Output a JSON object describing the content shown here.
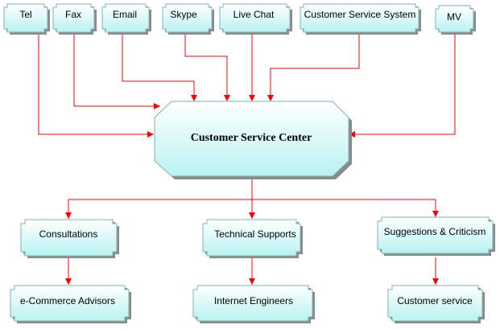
{
  "colors": {
    "box_fill_light": "#ffffff",
    "box_fill_dark": "#b8f2f2",
    "box_stroke": "#7fb3b3",
    "shadow": "#8a8a8a",
    "arrow": "#ff0000"
  },
  "channels": {
    "tel": "Tel",
    "fax": "Fax",
    "email": "Email",
    "skype": "Skype",
    "live_chat": "Live Chat",
    "customer_service_system": "Customer Service System",
    "mv": "MV"
  },
  "center": {
    "title": "Customer Service Center"
  },
  "departments": {
    "consultations": "Consultations",
    "technical_supports": "Technical Supports",
    "suggestions": "Suggestions & Criticism"
  },
  "staff": {
    "ecommerce_advisors": "e-Commerce Advisors",
    "internet_engineers": "Internet Engineers",
    "customer_service": "Customer service"
  }
}
